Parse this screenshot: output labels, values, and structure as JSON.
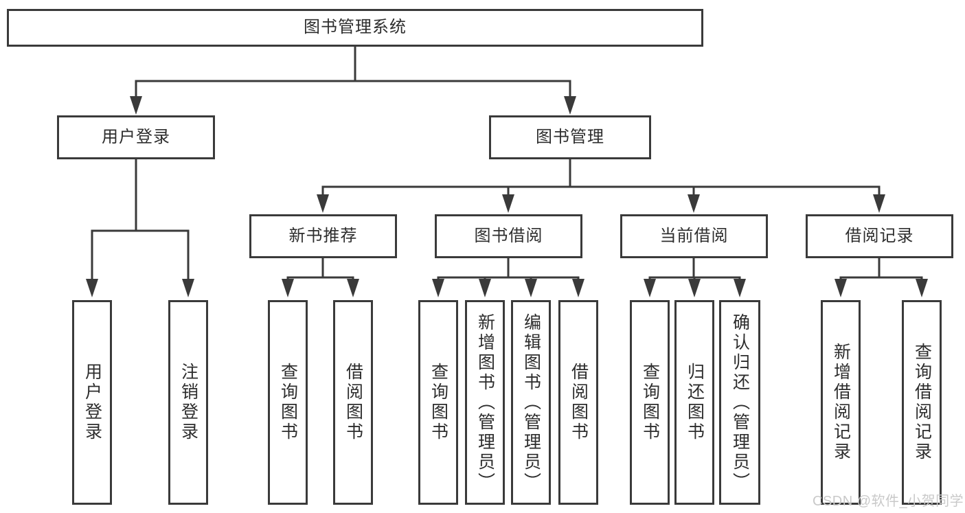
{
  "tree": {
    "label": "图书管理系统",
    "children": [
      {
        "label": "用户登录",
        "children": [
          {
            "label": "用户登录"
          },
          {
            "label": "注销登录"
          }
        ]
      },
      {
        "label": "图书管理",
        "children": [
          {
            "label": "新书推荐",
            "children": [
              {
                "label": "查询图书"
              },
              {
                "label": "借阅图书"
              }
            ]
          },
          {
            "label": "图书借阅",
            "children": [
              {
                "label": "查询图书"
              },
              {
                "label": "新增图书（管理员）"
              },
              {
                "label": "编辑图书（管理员）"
              },
              {
                "label": "借阅图书"
              }
            ]
          },
          {
            "label": "当前借阅",
            "children": [
              {
                "label": "查询图书"
              },
              {
                "label": "归还图书"
              },
              {
                "label": "确认归还（管理员）"
              }
            ]
          },
          {
            "label": "借阅记录",
            "children": [
              {
                "label": "新增借阅记录"
              },
              {
                "label": "查询借阅记录"
              }
            ]
          }
        ]
      }
    ]
  },
  "watermark": {
    "text": "CSDN @软件_小贺同学"
  },
  "colors": {
    "background": "#ffffff",
    "line": "#3a3a3a",
    "box_border": "#3a3a3a",
    "text": "#2d2d2d",
    "watermark": "#c9c9c9"
  }
}
